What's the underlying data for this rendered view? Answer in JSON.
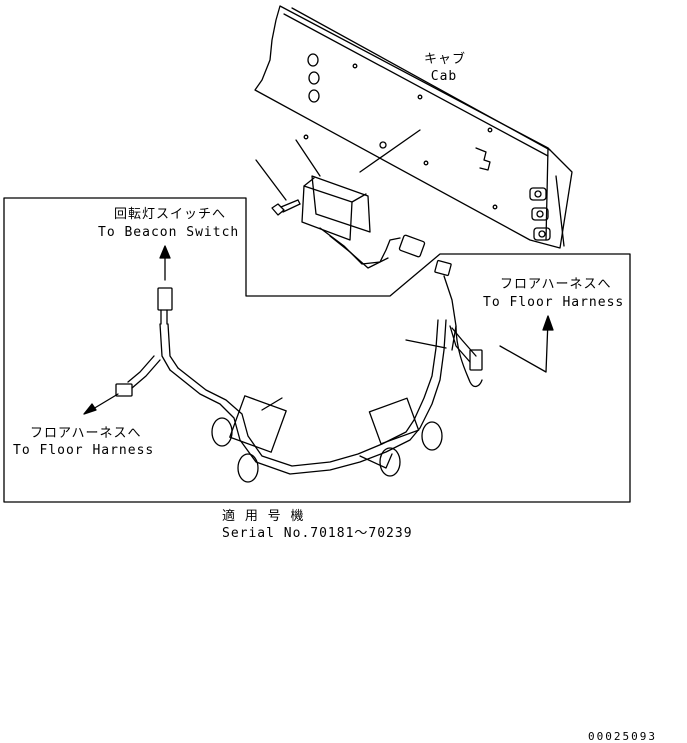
{
  "labels": {
    "cab_ja": "キャブ",
    "cab_en": "Cab",
    "beacon_ja": "回転灯スイッチへ",
    "beacon_en": "To Beacon Switch",
    "floor_right_ja": "フロアハーネスへ",
    "floor_right_en": "To Floor Harness",
    "floor_left_ja": "フロアハーネスへ",
    "floor_left_en": "To Floor Harness",
    "serial_ja": "適 用 号 機",
    "serial_en": "Serial No.70181～70239",
    "drawing_number": "00025093"
  }
}
